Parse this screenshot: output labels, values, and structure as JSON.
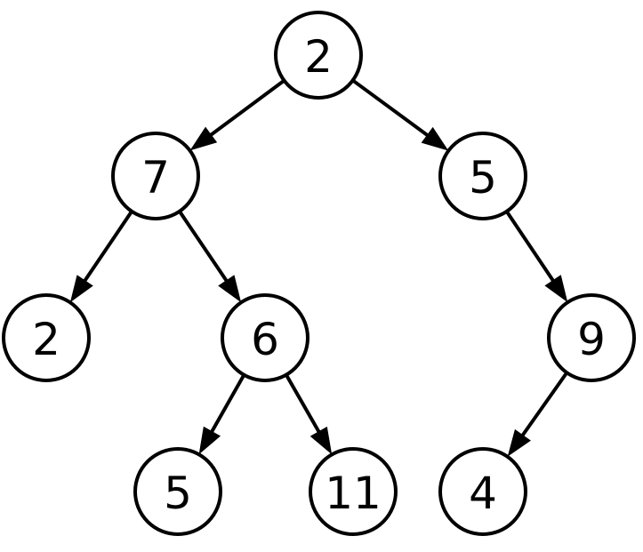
{
  "diagram": {
    "type": "binary-tree",
    "nodes": [
      {
        "id": "n1",
        "label": "2"
      },
      {
        "id": "n2",
        "label": "7"
      },
      {
        "id": "n3",
        "label": "5"
      },
      {
        "id": "n4",
        "label": "2"
      },
      {
        "id": "n5",
        "label": "6"
      },
      {
        "id": "n6",
        "label": "9"
      },
      {
        "id": "n7",
        "label": "5"
      },
      {
        "id": "n8",
        "label": "11"
      },
      {
        "id": "n9",
        "label": "4"
      }
    ],
    "edges": [
      {
        "from": "n1",
        "to": "n2"
      },
      {
        "from": "n1",
        "to": "n3"
      },
      {
        "from": "n2",
        "to": "n4"
      },
      {
        "from": "n2",
        "to": "n5"
      },
      {
        "from": "n3",
        "to": "n6"
      },
      {
        "from": "n5",
        "to": "n7"
      },
      {
        "from": "n5",
        "to": "n8"
      },
      {
        "from": "n6",
        "to": "n9"
      }
    ],
    "colors": {
      "stroke": "#000000",
      "fill": "#ffffff"
    }
  }
}
